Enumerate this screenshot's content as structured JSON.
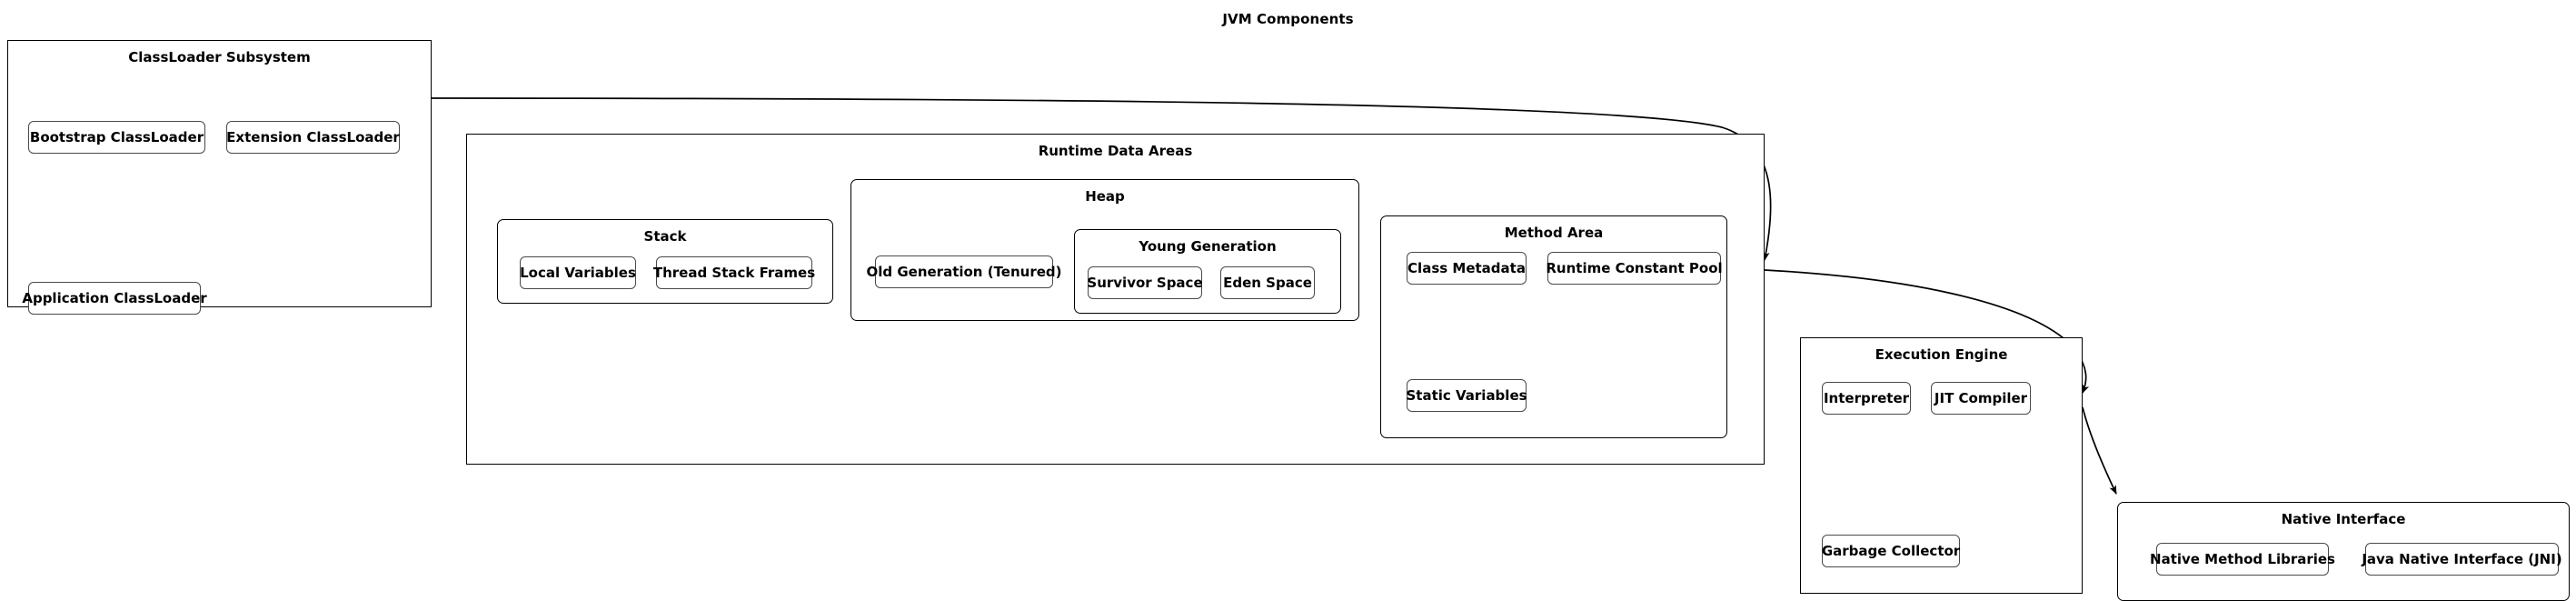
{
  "title": "JVM Components",
  "clusters": {
    "classloader": {
      "label": "ClassLoader Subsystem",
      "nodes": {
        "bootstrap": "Bootstrap ClassLoader",
        "extension": "Extension ClassLoader",
        "application": "Application ClassLoader"
      }
    },
    "runtime_data_areas": {
      "label": "Runtime Data Areas",
      "stack": {
        "label": "Stack",
        "nodes": {
          "local_variables": "Local Variables",
          "thread_stack_frames": "Thread Stack Frames"
        }
      },
      "heap": {
        "label": "Heap",
        "nodes": {
          "old_generation": "Old Generation (Tenured)"
        },
        "young_generation": {
          "label": "Young Generation",
          "nodes": {
            "survivor_space": "Survivor Space",
            "eden_space": "Eden Space"
          }
        }
      },
      "method_area": {
        "label": "Method Area",
        "nodes": {
          "class_metadata": "Class Metadata",
          "runtime_constant_pool": "Runtime Constant Pool",
          "static_variables": "Static Variables"
        }
      }
    },
    "execution_engine": {
      "label": "Execution Engine",
      "nodes": {
        "interpreter": "Interpreter",
        "jit_compiler": "JIT Compiler",
        "garbage_collector": "Garbage Collector"
      }
    },
    "native_interface": {
      "label": "Native Interface",
      "nodes": {
        "native_method_libraries": "Native Method Libraries",
        "java_native_interface": "Java Native Interface (JNI)"
      }
    }
  },
  "edges": [
    {
      "name": "classloader-to-runtime-data-areas",
      "from": "ClassLoader Subsystem",
      "to": "Runtime Data Areas"
    },
    {
      "name": "runtime-data-areas-to-execution-engine",
      "from": "Runtime Data Areas",
      "to": "Execution Engine"
    },
    {
      "name": "execution-engine-to-native-interface",
      "from": "Execution Engine",
      "to": "Native Interface"
    }
  ],
  "colors": {
    "stroke": "#000000",
    "node_stroke": "#4a4a4a",
    "background": "#ffffff"
  }
}
